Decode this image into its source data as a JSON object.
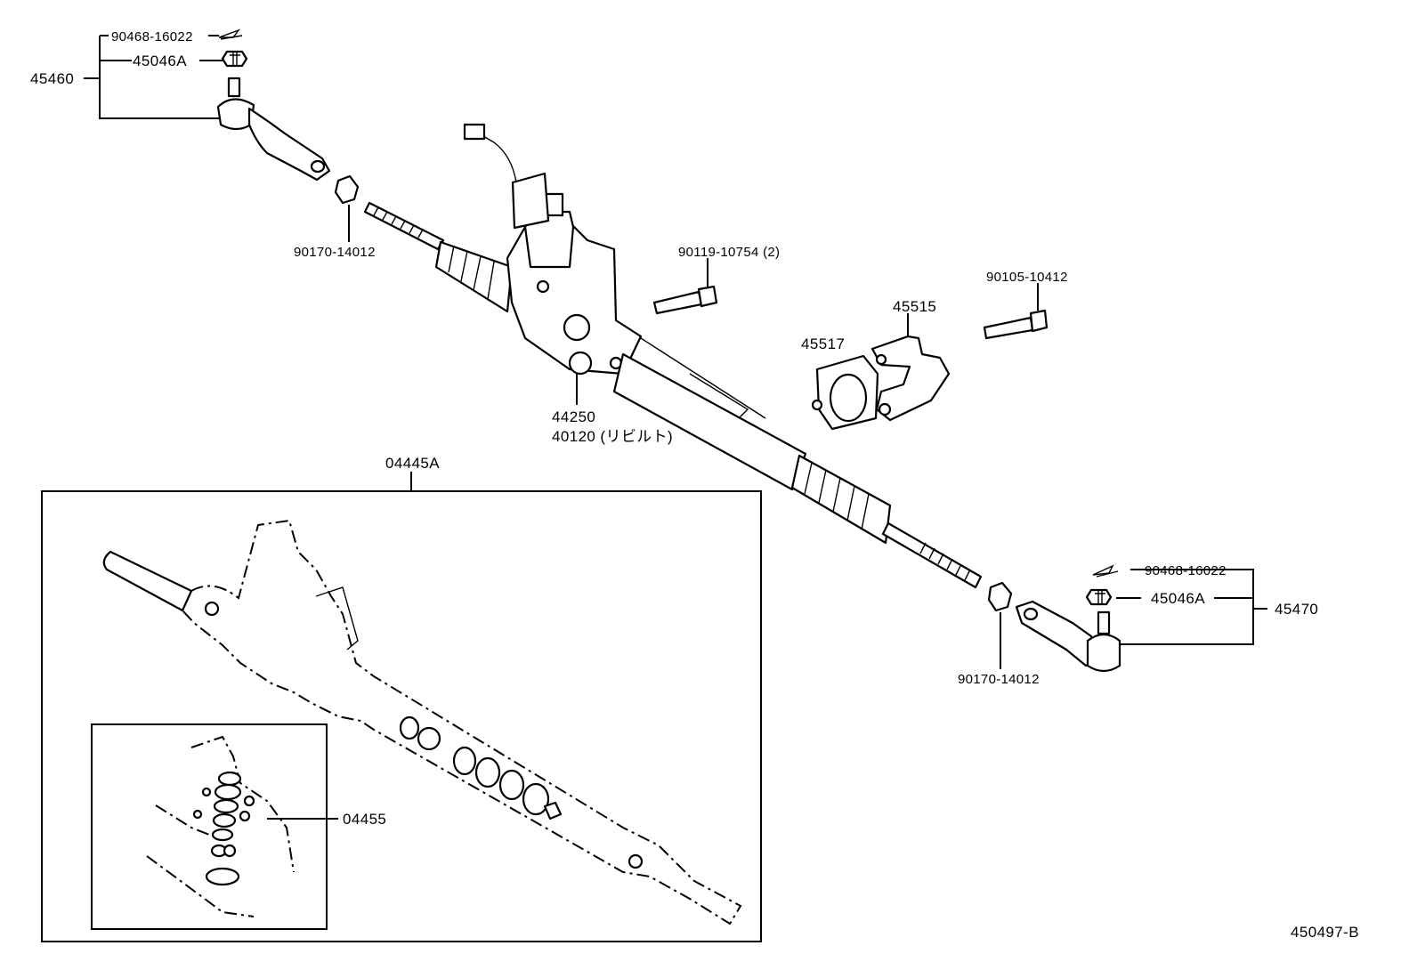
{
  "labels": {
    "cotter_pin_left": "90468-16022",
    "nut_left": "45046A",
    "tie_rod_end_left": "45460",
    "lock_nut_left": "90170-14012",
    "bolt_a": "90119-10754 (2)",
    "bolt_b": "90105-10412",
    "bracket": "45515",
    "bushing": "45517",
    "gear_assy_1": "44250",
    "gear_assy_2": "40120 (リビルト)",
    "gasket_kit": "04445A",
    "seal_kit": "04455",
    "cotter_pin_right": "90468-16022",
    "nut_right": "45046A",
    "tie_rod_end_right": "45470",
    "lock_nut_right": "90170-14012",
    "figure_code": "450497-B"
  },
  "icons": {
    "cotter_pin": "cotter-pin-icon",
    "castle_nut": "castle-nut-icon",
    "bolt": "bolt-icon"
  }
}
